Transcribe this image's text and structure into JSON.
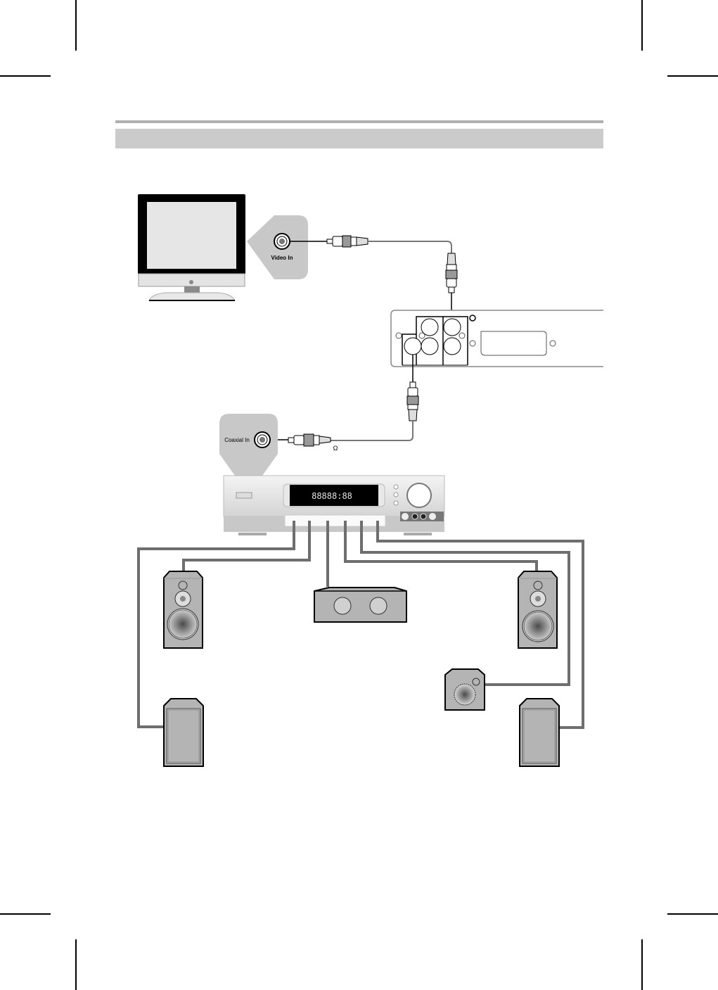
{
  "page": {
    "section_title": ""
  },
  "diagram": {
    "tv": {
      "port_label": "Video In"
    },
    "receiver": {
      "port_label": "Coaxial In",
      "display_text": "88888:88"
    },
    "cable_note": "Ω",
    "devices": [
      "tv",
      "dvd-player-rear-panel",
      "av-receiver",
      "front-left-speaker",
      "center-speaker",
      "front-right-speaker",
      "subwoofer",
      "surround-left-speaker",
      "surround-right-speaker"
    ]
  },
  "colors": {
    "title_bar": "#cbcbcb",
    "rule": "#b0b0b0",
    "callout": "#c8c8c8",
    "speaker_body": "#b4b4b4",
    "wire": "#6e6e6e"
  }
}
